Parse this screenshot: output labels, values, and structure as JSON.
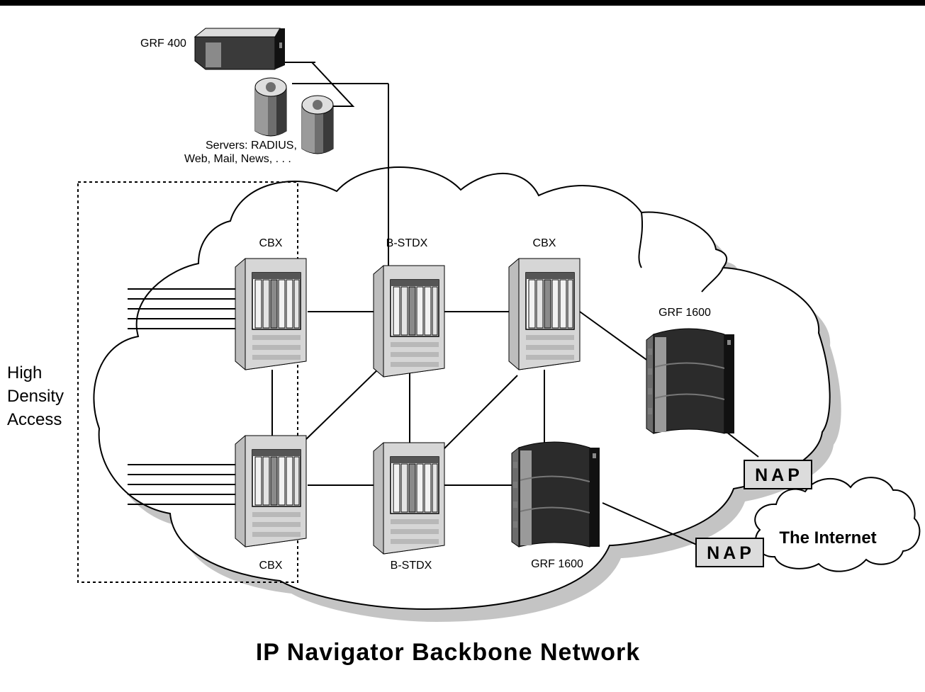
{
  "nodes": {
    "grf400": "GRF 400",
    "servers_line1": "Servers: RADIUS,",
    "servers_line2": "Web, Mail, News, . . .",
    "cbx_top": "CBX",
    "bstdx_top": "B-STDX",
    "cbx_top_right": "CBX",
    "grf1600_right": "GRF 1600",
    "cbx_bottom": "CBX",
    "bstdx_bottom": "B-STDX",
    "grf1600_bottom": "GRF 1600",
    "nap_upper": "NAP",
    "nap_lower": "NAP",
    "internet": "The Internet"
  },
  "access": {
    "line1": "High",
    "line2": "Density",
    "line3": "Access"
  },
  "title": "IP Navigator Backbone Network",
  "colors": {
    "line": "#000000",
    "switch_body": "#d4d4d4",
    "switch_side": "#a8a8a8",
    "router_body": "#2e2e2e",
    "cloud_shadow": "#c4c4c4",
    "nap_fill": "#dcdcdc"
  }
}
